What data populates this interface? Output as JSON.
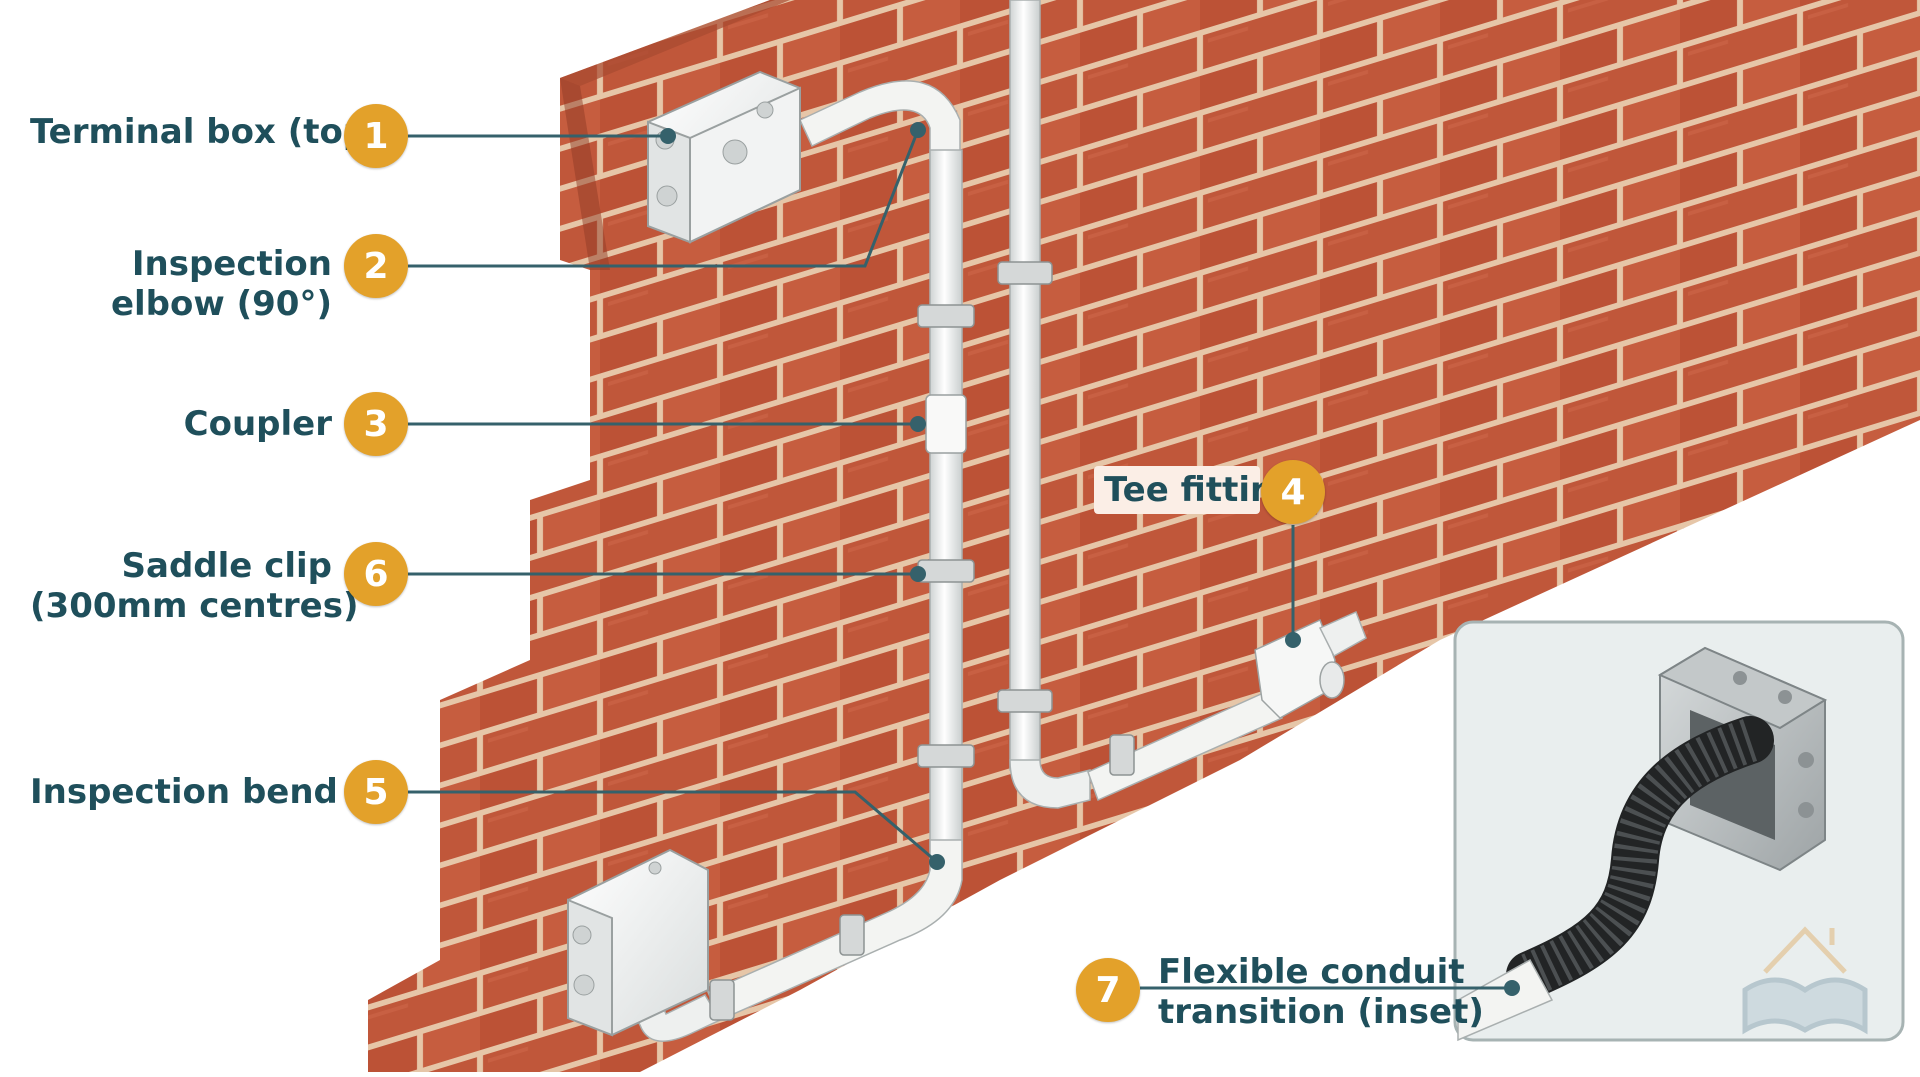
{
  "callouts": [
    {
      "number": "1",
      "lines": [
        "Terminal box (top)"
      ]
    },
    {
      "number": "2",
      "lines": [
        "Inspection",
        "elbow (90°)"
      ]
    },
    {
      "number": "3",
      "lines": [
        "Coupler"
      ]
    },
    {
      "number": "4",
      "lines": [
        "Tee fitting"
      ]
    },
    {
      "number": "5",
      "lines": [
        "Inspection bend"
      ]
    },
    {
      "number": "6",
      "lines": [
        "Saddle clip",
        "(300mm centres)"
      ]
    },
    {
      "number": "7",
      "lines": [
        "Flexible conduit",
        "transition (inset)"
      ]
    }
  ],
  "colors": {
    "brick": "#c0573a",
    "mortar": "#e6c6a8",
    "label_text": "#1f4f5b",
    "badge": "#e3a12a",
    "leader": "#35616b",
    "conduit": "#f3f4f2",
    "inset_bg": "#e9eeee"
  },
  "icons": [
    "logo-house-book-icon"
  ]
}
